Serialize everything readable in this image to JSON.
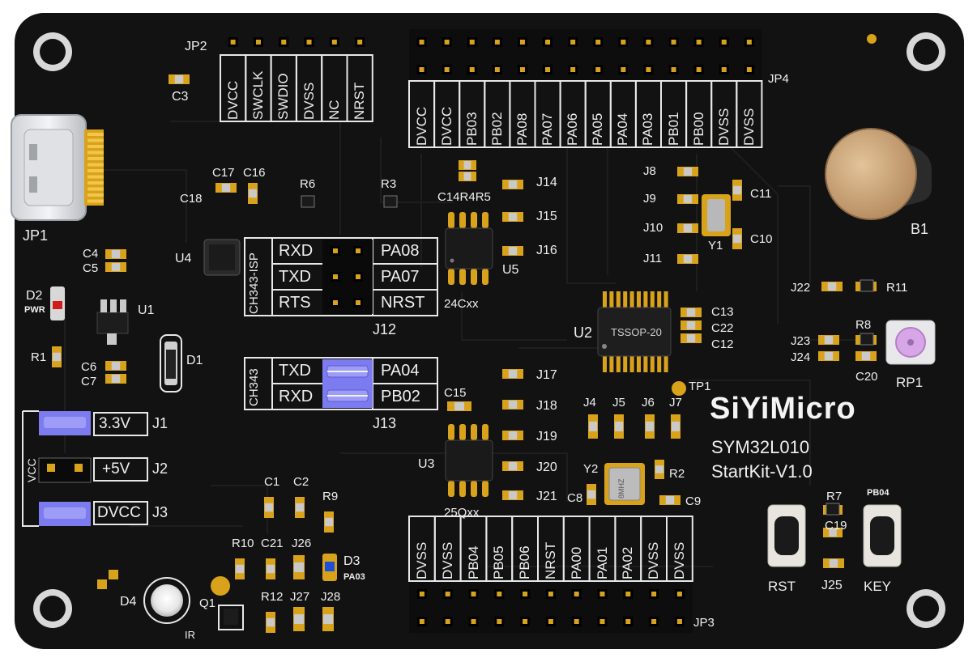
{
  "board": {
    "brand": "SiYiMicro",
    "model": "SYM32L010",
    "version": "StartKit-V1.0",
    "colors": {
      "pcb": "#121212",
      "silkscreen": "#e8e8e8",
      "gold": "#d9a21b",
      "jumper": "#7c7cf0"
    }
  },
  "headers": {
    "jp2": {
      "ref": "JP2",
      "pins": [
        "DVCC",
        "SWCLK",
        "SWDIO",
        "DVSS",
        "NC",
        "NRST"
      ]
    },
    "jp4": {
      "ref": "JP4",
      "pins": [
        "DVCC",
        "DVCC",
        "PB03",
        "PB02",
        "PA08",
        "PA07",
        "PA06",
        "PA05",
        "PA04",
        "PA03",
        "PB01",
        "PB00",
        "DVSS",
        "DVSS"
      ]
    },
    "jp3": {
      "ref": "JP3",
      "pins": [
        "DVSS",
        "DVSS",
        "PB04",
        "PB05",
        "PB06",
        "NRST",
        "PA00",
        "PA01",
        "PA02",
        "DVSS",
        "DVSS"
      ]
    }
  },
  "j12": {
    "ref": "J12",
    "vertical": "CH343-ISP",
    "left": [
      "RXD",
      "TXD",
      "RTS"
    ],
    "right": [
      "PA08",
      "PA07",
      "NRST"
    ]
  },
  "j13": {
    "ref": "J13",
    "vertical": "CH343",
    "left": [
      "TXD",
      "RXD"
    ],
    "right": [
      "PA04",
      "PB02"
    ]
  },
  "power": {
    "vertical": "VCC",
    "options": [
      {
        "label": "3.3V",
        "ref": "J1"
      },
      {
        "label": "+5V",
        "ref": "J2"
      },
      {
        "label": "DVCC",
        "ref": "J3"
      }
    ]
  },
  "chips": {
    "u2": "TSSOP-20",
    "u5": "24Cxx",
    "u3": "25Qxx",
    "y2": "8MHZ"
  },
  "refs": {
    "jp1": "JP1",
    "c3": "C3",
    "c17": "C17",
    "c16": "C16",
    "c18": "C18",
    "r6": "R6",
    "r3": "R3",
    "c14r4r5": "C14R4R5",
    "j14": "J14",
    "j15": "J15",
    "j16": "J16",
    "u5": "U5",
    "u4": "U4",
    "c4": "C4",
    "c5": "C5",
    "d2": "D2",
    "pwr": "PWR",
    "u1": "U1",
    "r1": "R1",
    "c6": "C6",
    "c7": "C7",
    "d1": "D1",
    "j8": "J8",
    "j9": "J9",
    "j10": "J10",
    "j11": "J11",
    "c11": "C11",
    "c10": "C10",
    "y1": "Y1",
    "b1": "B1",
    "j22": "J22",
    "r11": "R11",
    "c13": "C13",
    "c22": "C22",
    "c12": "C12",
    "u2": "U2",
    "r8": "R8",
    "j23": "J23",
    "j24": "J24",
    "c20": "C20",
    "rp1": "RP1",
    "tp1": "TP1",
    "j17": "J17",
    "j18": "J18",
    "j19": "J19",
    "j20": "J20",
    "j21": "J21",
    "c15": "C15",
    "u3": "U3",
    "j4": "J4",
    "j5": "J5",
    "j6": "J6",
    "j7": "J7",
    "y2": "Y2",
    "r2": "R2",
    "c8": "C8",
    "c9": "C9",
    "c1": "C1",
    "c2": "C2",
    "r9": "R9",
    "r10": "R10",
    "c21": "C21",
    "j26": "J26",
    "d3": "D3",
    "pa03": "PA03",
    "d4": "D4",
    "q1": "Q1",
    "ir": "IR",
    "r12": "R12",
    "j27": "J27",
    "j28": "J28",
    "r7": "R7",
    "pb04": "PB04",
    "c19": "C19",
    "j25": "J25",
    "rst": "RST",
    "key": "KEY"
  }
}
